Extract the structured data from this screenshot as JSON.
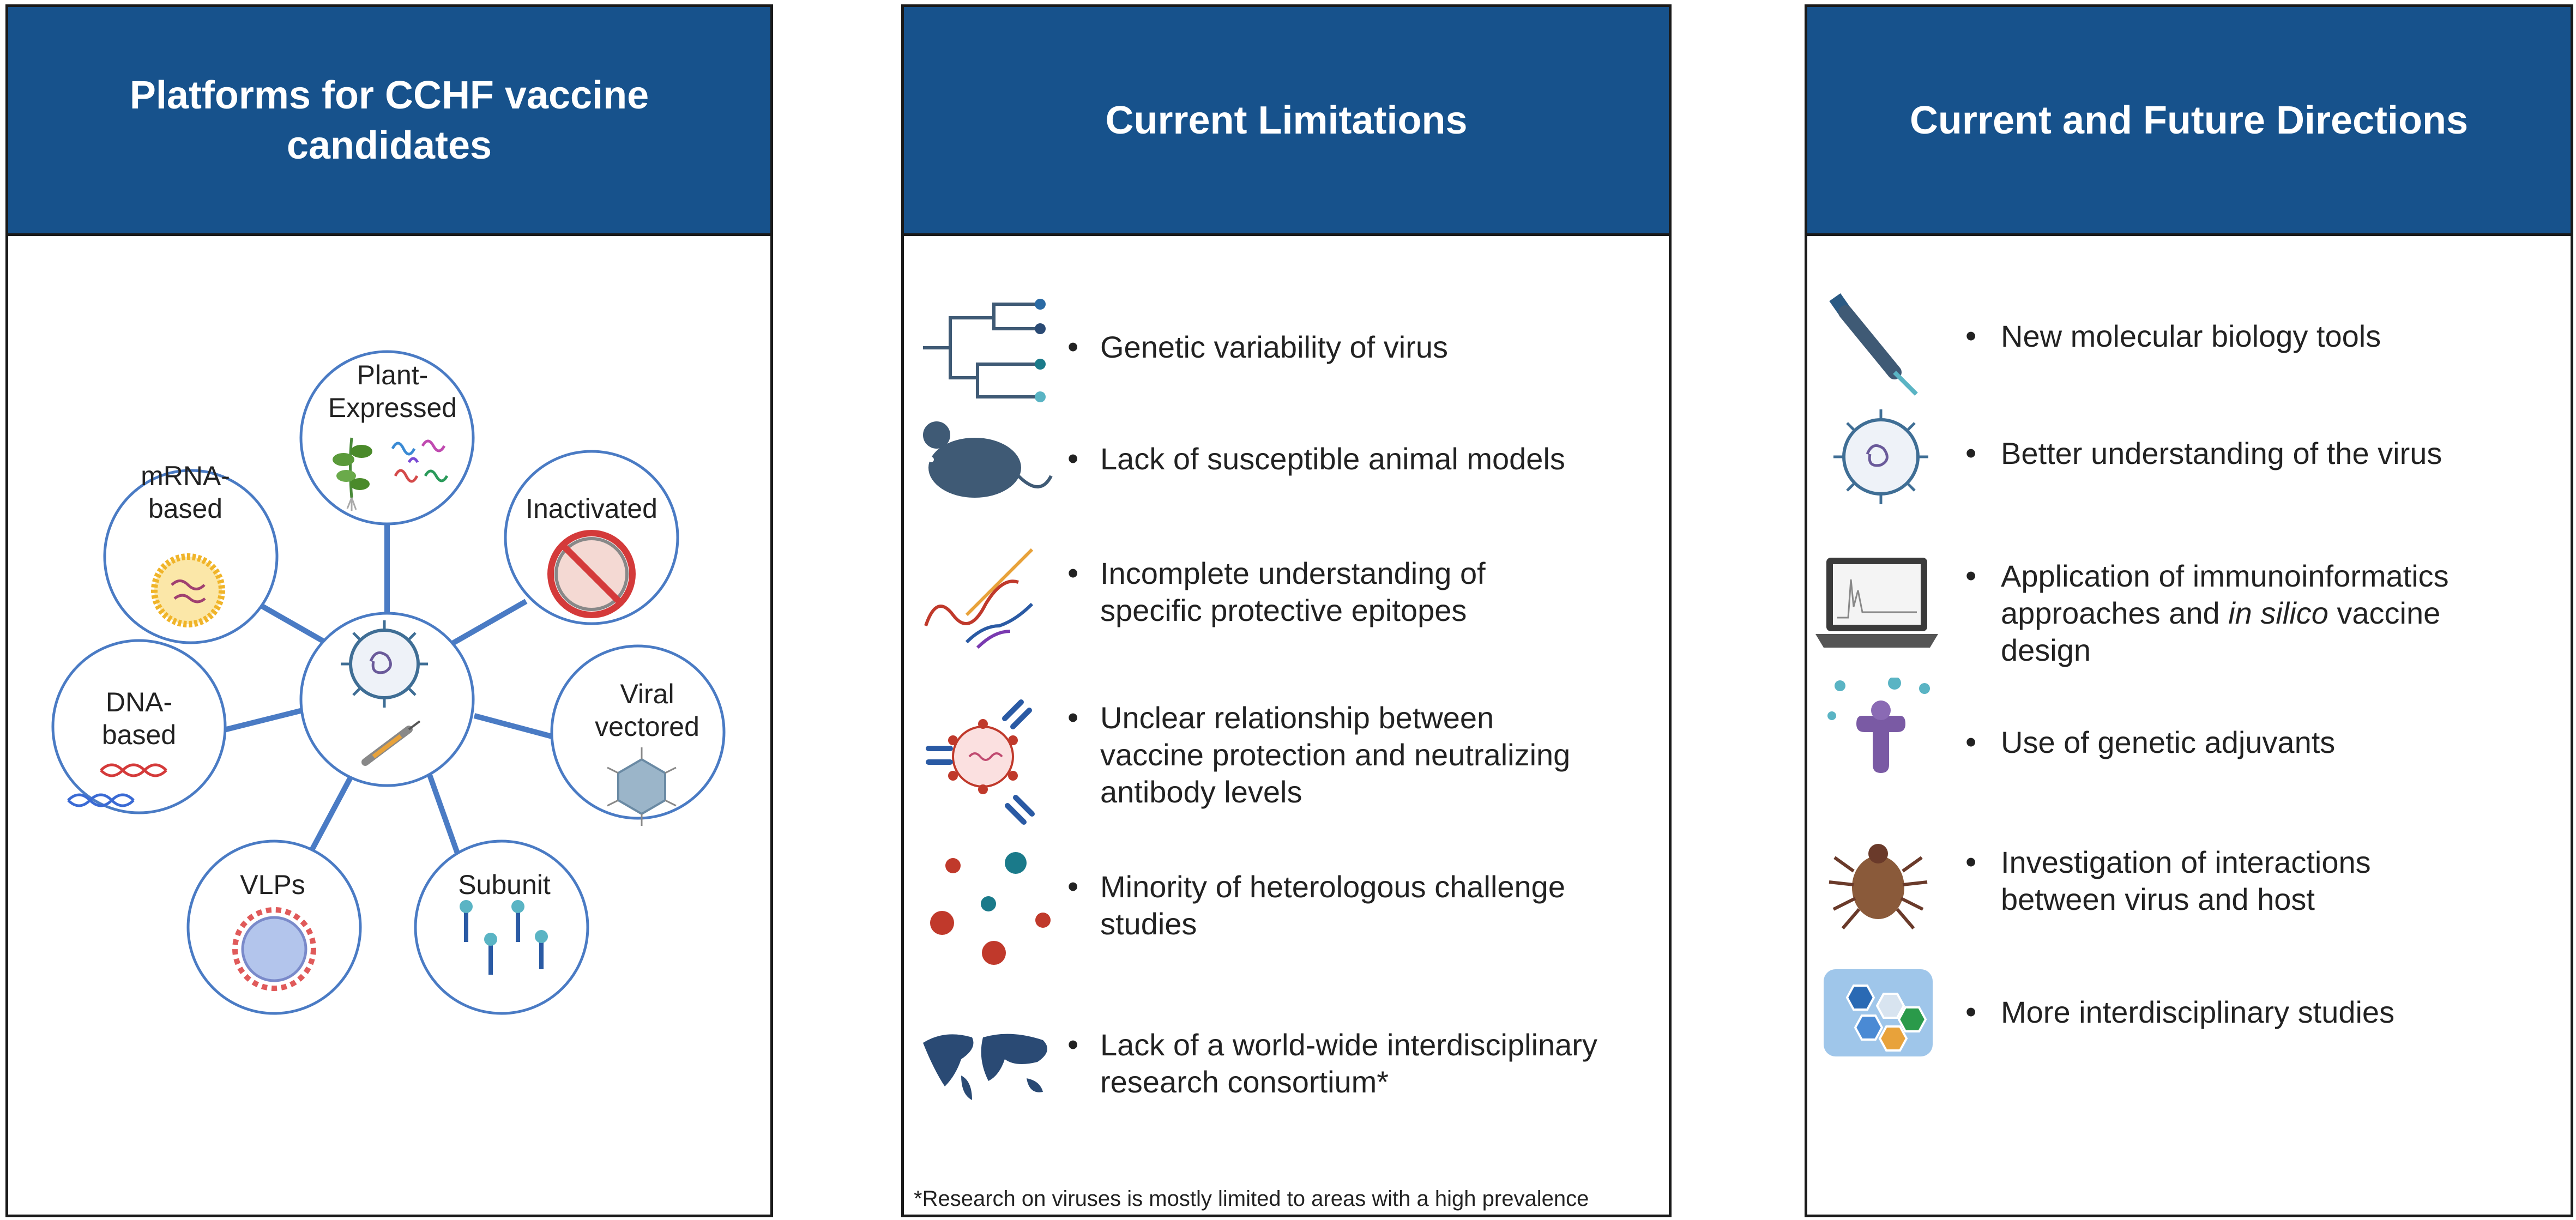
{
  "panels": {
    "platforms": {
      "title_line1": "Platforms for CCHF vaccine",
      "title_line2": "candidates",
      "items": {
        "plant": {
          "line1": "Plant-",
          "line2": "Expressed"
        },
        "mrna": {
          "line1": "mRNA-",
          "line2": "based"
        },
        "inactivated": {
          "line1": "Inactivated"
        },
        "dna": {
          "line1": "DNA-",
          "line2": "based"
        },
        "viral": {
          "line1": "Viral",
          "line2": "vectored"
        },
        "vlps": {
          "line1": "VLPs"
        },
        "subunit": {
          "line1": "Subunit"
        }
      }
    },
    "limitations": {
      "title": "Current Limitations",
      "items": [
        {
          "icon": "phylogenetic-tree-icon",
          "lines": [
            "Genetic variability of virus"
          ]
        },
        {
          "icon": "mouse-icon",
          "lines": [
            "Lack of susceptible animal models"
          ]
        },
        {
          "icon": "epitope-strands-icon",
          "lines": [
            "Incomplete understanding of",
            "specific protective epitopes"
          ]
        },
        {
          "icon": "antibody-neutralization-icon",
          "lines": [
            "Unclear relationship between",
            "vaccine protection and neutralizing",
            "antibody levels"
          ]
        },
        {
          "icon": "virus-variants-icon",
          "lines": [
            "Minority of heterologous challenge",
            "studies"
          ]
        },
        {
          "icon": "world-map-icon",
          "lines": [
            "Lack of a world-wide interdisciplinary",
            "research consortium*"
          ]
        }
      ],
      "footnote": "*Research on viruses is mostly limited to areas with a high prevalence"
    },
    "directions": {
      "title": "Current and Future Directions",
      "items": [
        {
          "icon": "pipette-icon",
          "lines": [
            "New molecular biology tools"
          ]
        },
        {
          "icon": "virus-icon",
          "lines": [
            "Better understanding of the virus"
          ]
        },
        {
          "icon": "laptop-icon",
          "lines": [
            "Application of immunoinformatics",
            "approaches and",
            "in silico",
            "vaccine",
            "design"
          ]
        },
        {
          "icon": "adjuvant-receptor-icon",
          "lines": [
            "Use of genetic adjuvants"
          ]
        },
        {
          "icon": "tick-icon",
          "lines": [
            "Investigation of interactions",
            "between virus and host"
          ]
        },
        {
          "icon": "interdisciplinary-icon",
          "lines": [
            "More interdisciplinary studies"
          ]
        }
      ]
    }
  },
  "bullet": "•",
  "colors": {
    "header": "#17528c",
    "circle_border": "#4a7bc4",
    "spoke": "#4a7bc4",
    "virus_blue": "#3f6e95",
    "red": "#c0392b"
  }
}
